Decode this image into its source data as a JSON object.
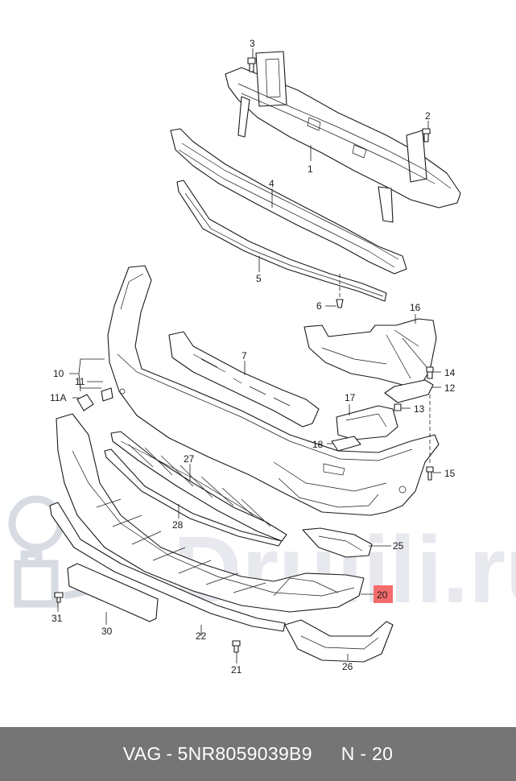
{
  "watermark": {
    "text": "Drulili.ru",
    "icon": "oil-can-icon"
  },
  "callouts": [
    "3",
    "2",
    "1",
    "4",
    "5",
    "6",
    "16",
    "7",
    "10",
    "11",
    "11A",
    "14",
    "12",
    "13",
    "17",
    "18",
    "15",
    "27",
    "28",
    "25",
    "20",
    "31",
    "30",
    "22",
    "21",
    "26"
  ],
  "highlight": {
    "callout": "20",
    "color": "#f46b6b"
  },
  "footer": {
    "brand": "VAG",
    "separator": "-",
    "part_number": "5NR8059039B9",
    "position_label": "N - 20"
  },
  "colors": {
    "footer_bg": "#757575",
    "footer_text": "#ffffff",
    "line_art": "#1a1a1a"
  }
}
